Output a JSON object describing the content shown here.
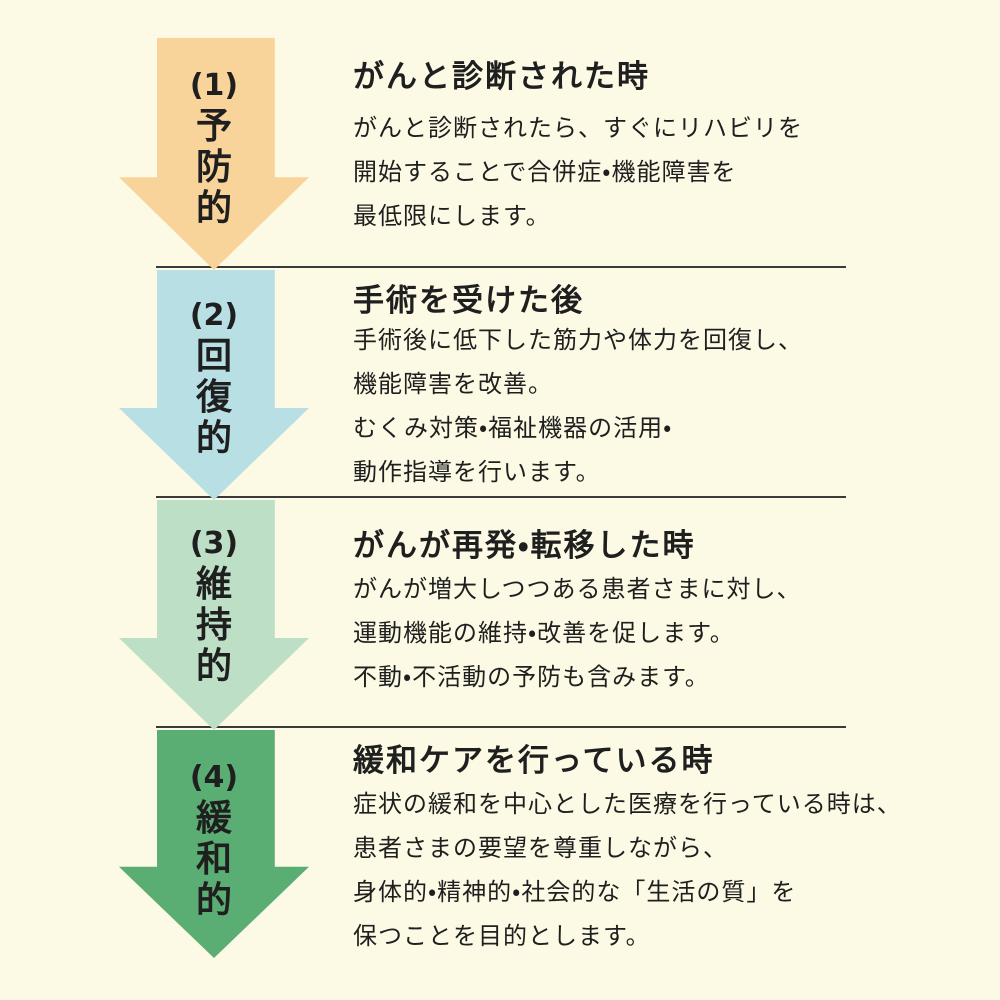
{
  "background_color": "#FCF9E4",
  "divider_color": "#3A3A3A",
  "text_color": "#1F1F1F",
  "sections": [
    {
      "number": "(1)",
      "label": "予防的",
      "label_chars": [
        "予",
        "防",
        "的"
      ],
      "arrow_color": "#F9D49A",
      "title": "がんと診断された時",
      "body": [
        "がんと診断されたら、すぐにリハビリを",
        "開始することで合併症・機能障害を",
        "最低限にします。"
      ]
    },
    {
      "number": "(2)",
      "label": "回復的",
      "label_chars": [
        "回",
        "復",
        "的"
      ],
      "arrow_color": "#B7DFE4",
      "title": "手術を受けた後",
      "body": [
        "手術後に低下した筋力や体力を回復し、",
        "機能障害を改善。",
        "むくみ対策・福祉機器の活用・",
        "動作指導を行います。"
      ]
    },
    {
      "number": "(3)",
      "label": "維持的",
      "label_chars": [
        "維",
        "持",
        "的"
      ],
      "arrow_color": "#BDDFC5",
      "title": "がんが再発・転移した時",
      "body": [
        "がんが増大しつつある患者さまに対し、",
        "運動機能の維持・改善を促します。",
        "不動・不活動の予防も含みます。"
      ]
    },
    {
      "number": "(4)",
      "label": "緩和的",
      "label_chars": [
        "緩",
        "和",
        "的"
      ],
      "arrow_color": "#5BAE73",
      "title": "緩和ケアを行っている時",
      "body": [
        "症状の緩和を中心とした医療を行っている時は、",
        "患者さまの要望を尊重しながら、",
        "身体的・精神的・社会的な「生活の質」を",
        "保つことを目的とします。"
      ]
    }
  ]
}
